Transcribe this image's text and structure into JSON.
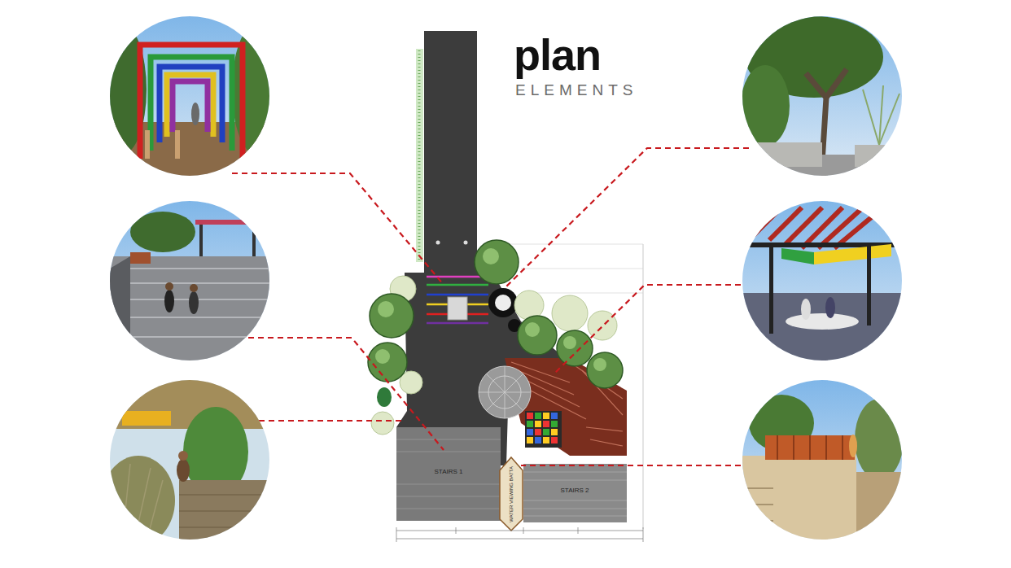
{
  "diagram": {
    "labels": [
      "plan",
      "ELEMENTS",
      "STAIRS 1",
      "WATER VIEWING BATTA",
      "STAIRS 2"
    ]
  }
}
